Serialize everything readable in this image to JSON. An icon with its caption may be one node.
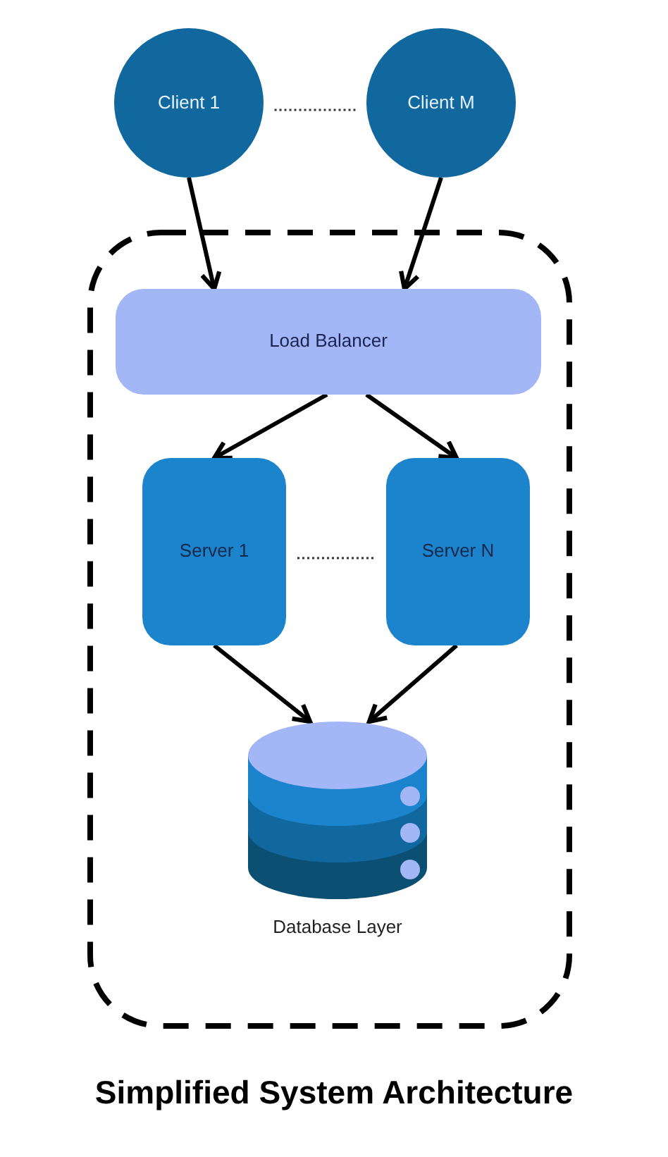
{
  "diagram": {
    "title": "Simplified System Architecture",
    "nodes": [
      {
        "text": [
          "Client 1"
        ]
      },
      {
        "text": [
          "Client M"
        ]
      },
      {
        "text": [],
        "shape": "box"
      },
      {
        "text": [
          "Load Balancer"
        ],
        "in": 2
      },
      {
        "text": [
          "Server 1"
        ],
        "in": 2
      },
      {
        "text": [
          "Server N"
        ],
        "in": 2
      },
      {
        "text": [],
        "shape": "cylinder",
        "in": 2,
        "beside": [
          "Database Layer"
        ]
      }
    ],
    "edges": [
      {
        "from": 0,
        "to": 3,
        "arrow": "to"
      },
      {
        "from": 1,
        "to": 3,
        "arrow": "to"
      },
      {
        "from": 3,
        "to": 4,
        "arrow": "to"
      },
      {
        "from": 3,
        "to": 5,
        "arrow": "to"
      },
      {
        "from": 4,
        "to": 6,
        "arrow": "to"
      },
      {
        "from": 5,
        "to": 6,
        "arrow": "to"
      },
      {
        "from": 0,
        "to": 1,
        "arrow": "none",
        "style": "dashed"
      },
      {
        "from": 4,
        "to": 5,
        "arrow": "none",
        "style": "dashed"
      }
    ]
  }
}
